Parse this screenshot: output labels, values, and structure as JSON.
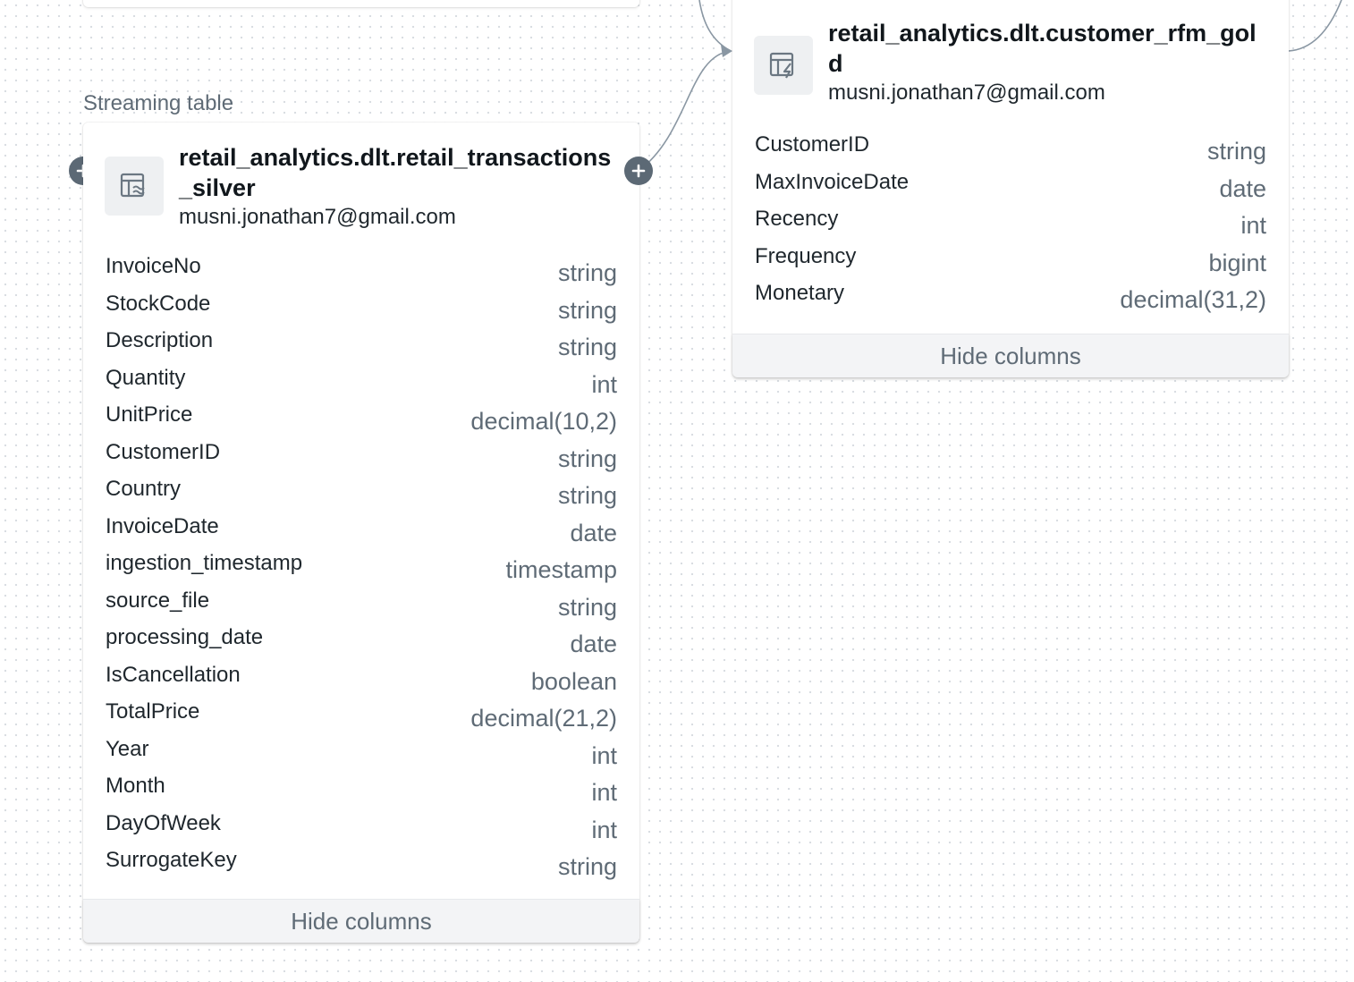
{
  "streaming_table_label": "Streaming table",
  "silver_node": {
    "title": "retail_analytics.dlt.retail_transactions_silver",
    "owner": "musni.jonathan7@gmail.com",
    "icon": "streaming-table-icon",
    "columns": [
      {
        "name": "InvoiceNo",
        "type": "string"
      },
      {
        "name": "StockCode",
        "type": "string"
      },
      {
        "name": "Description",
        "type": "string"
      },
      {
        "name": "Quantity",
        "type": "int"
      },
      {
        "name": "UnitPrice",
        "type": "decimal(10,2)"
      },
      {
        "name": "CustomerID",
        "type": "string"
      },
      {
        "name": "Country",
        "type": "string"
      },
      {
        "name": "InvoiceDate",
        "type": "date"
      },
      {
        "name": "ingestion_timestamp",
        "type": "timestamp"
      },
      {
        "name": "source_file",
        "type": "string"
      },
      {
        "name": "processing_date",
        "type": "date"
      },
      {
        "name": "IsCancellation",
        "type": "boolean"
      },
      {
        "name": "TotalPrice",
        "type": "decimal(21,2)"
      },
      {
        "name": "Year",
        "type": "int"
      },
      {
        "name": "Month",
        "type": "int"
      },
      {
        "name": "DayOfWeek",
        "type": "int"
      },
      {
        "name": "SurrogateKey",
        "type": "string"
      }
    ],
    "hide_columns_label": "Hide columns"
  },
  "gold_node": {
    "title": "retail_analytics.dlt.customer_rfm_gold",
    "owner": "musni.jonathan7@gmail.com",
    "icon": "materialized-view-icon",
    "columns": [
      {
        "name": "CustomerID",
        "type": "string"
      },
      {
        "name": "MaxInvoiceDate",
        "type": "date"
      },
      {
        "name": "Recency",
        "type": "int"
      },
      {
        "name": "Frequency",
        "type": "bigint"
      },
      {
        "name": "Monetary",
        "type": "decimal(31,2)"
      }
    ],
    "hide_columns_label": "Hide columns"
  },
  "colors": {
    "edge": "#8a97a3",
    "plus_button": "#5c6975",
    "muted_text": "#5f6b76",
    "canvas_dot": "#d9dde2"
  }
}
